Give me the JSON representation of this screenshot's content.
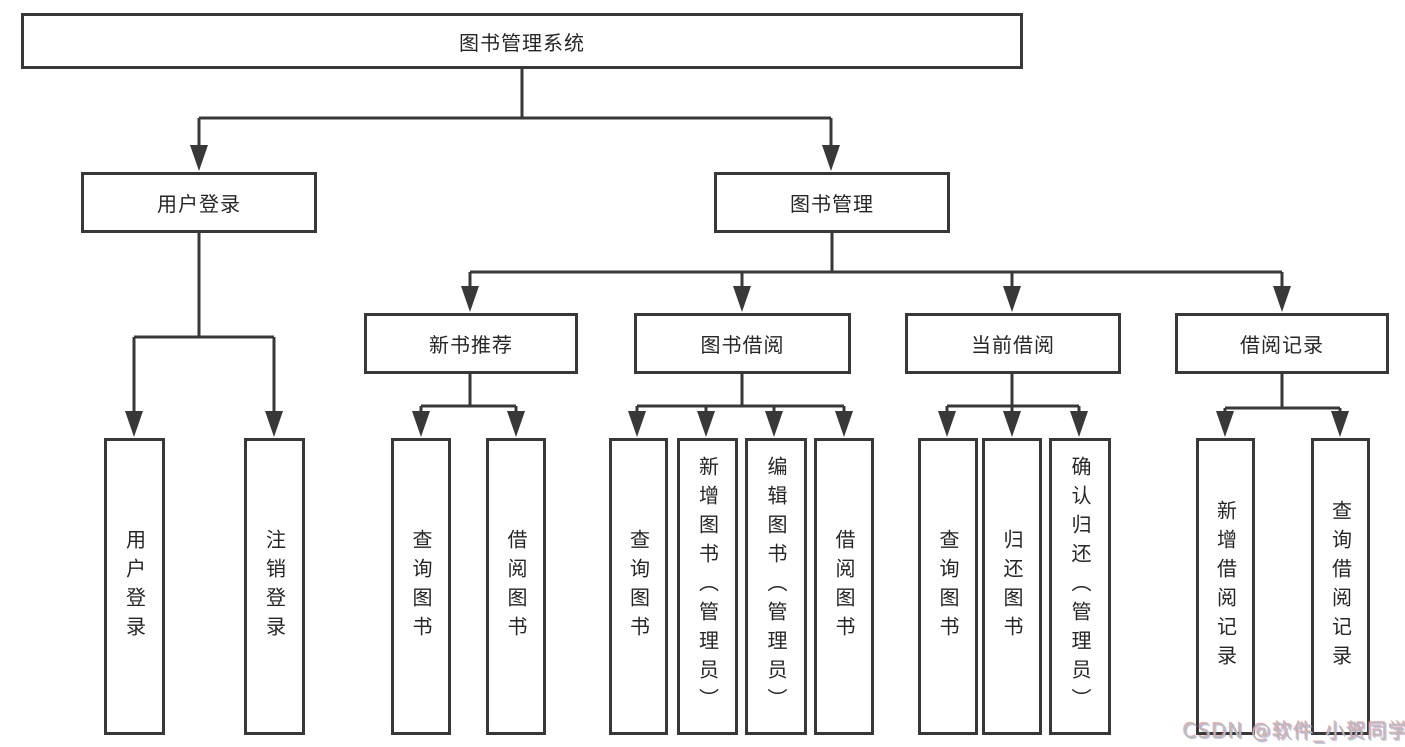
{
  "tree": {
    "root": {
      "label": "图书管理系统"
    },
    "children": [
      {
        "label": "用户登录",
        "children": [
          {
            "label": "用户登录"
          },
          {
            "label": "注销登录"
          }
        ]
      },
      {
        "label": "图书管理",
        "children": [
          {
            "label": "新书推荐",
            "children": [
              {
                "label": "查询图书"
              },
              {
                "label": "借阅图书"
              }
            ]
          },
          {
            "label": "图书借阅",
            "children": [
              {
                "label": "查询图书"
              },
              {
                "label": "新增图书（管理员）"
              },
              {
                "label": "编辑图书（管理员）"
              },
              {
                "label": "借阅图书"
              }
            ]
          },
          {
            "label": "当前借阅",
            "children": [
              {
                "label": "查询图书"
              },
              {
                "label": "归还图书"
              },
              {
                "label": "确认归还（管理员）"
              }
            ]
          },
          {
            "label": "借阅记录",
            "children": [
              {
                "label": "新增借阅记录"
              },
              {
                "label": "查询借阅记录"
              }
            ]
          }
        ]
      }
    ]
  },
  "watermark": {
    "text": "CSDN @软件_小贺同学"
  },
  "colors": {
    "line": "#383838",
    "box_border": "#383838",
    "text": "#262626",
    "background": "#ffffff",
    "watermark": "#bcbcbc"
  }
}
